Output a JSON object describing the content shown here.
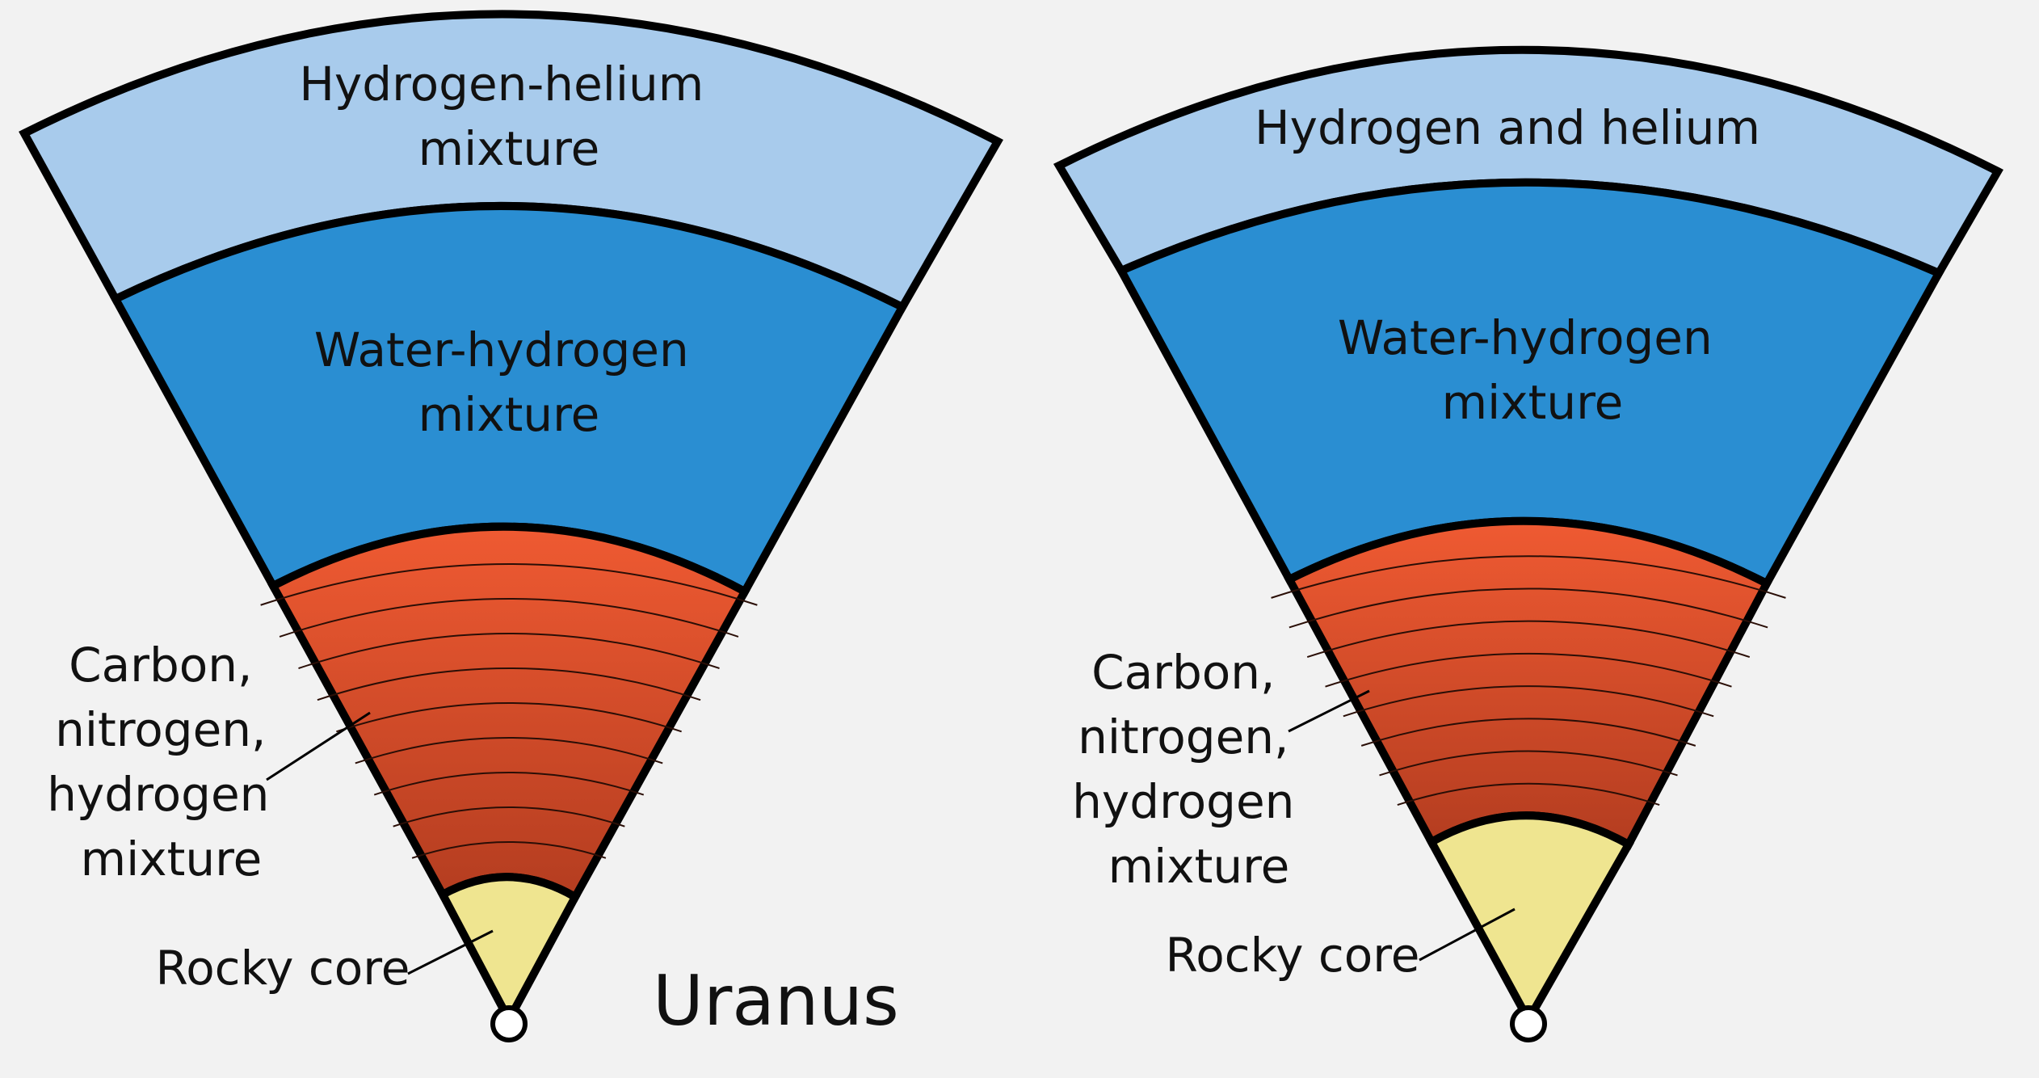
{
  "colors": {
    "background": "#f2f2f2",
    "gas_layer": "#a8cbec",
    "water_layer": "#2a8ed2",
    "mantle_top": "#ef5a32",
    "mantle_bottom": "#b43d20",
    "core": "#efe590",
    "outline": "#000000"
  },
  "left_planet": {
    "name": "Uranus",
    "layers": {
      "outer": [
        "Hydrogen-helium",
        "mixture"
      ],
      "water": [
        "Water-hydrogen",
        "mixture"
      ],
      "mantle": [
        "Carbon,",
        "nitrogen,",
        "hydrogen",
        "mixture"
      ],
      "core": "Rocky core"
    }
  },
  "right_planet": {
    "layers": {
      "outer": [
        "Hydrogen and helium"
      ],
      "water": [
        "Water-hydrogen",
        "mixture"
      ],
      "mantle": [
        "Carbon,",
        "nitrogen,",
        "hydrogen",
        "mixture"
      ],
      "core": "Rocky core"
    }
  }
}
